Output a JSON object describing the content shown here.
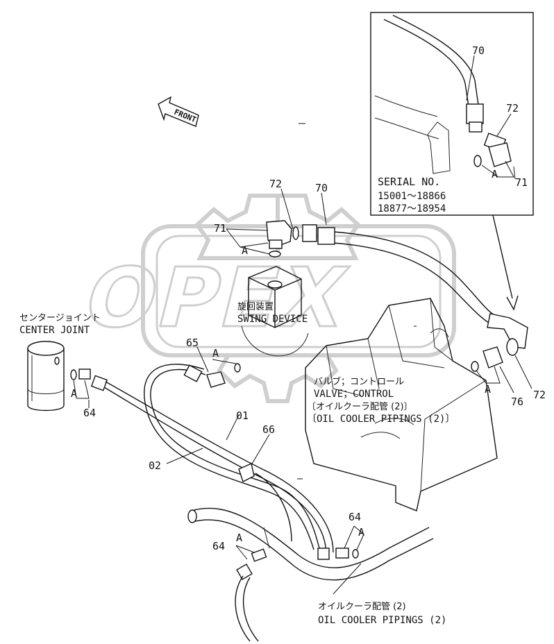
{
  "watermark": {
    "text": "OPEX"
  },
  "front_arrow": {
    "text": "FRONT"
  },
  "inset": {
    "serial_title": "SERIAL NO.",
    "serial_range_1": "15001～18866",
    "serial_range_2": "18877～18954",
    "callouts": {
      "hose": "70",
      "adapter": "72",
      "elbow": "71",
      "detail": "A"
    }
  },
  "components": {
    "swing_device_jp": "旋回装置",
    "swing_device_en": "SWING DEVICE",
    "center_joint_jp": "センタージョイント",
    "center_joint_en": "CENTER JOINT",
    "valve_jp": "バルブ；コントロール",
    "valve_en": "VALVE；CONTROL",
    "oil_cooler_valve_jp": "〔オイルクーラ配管 (2)〕",
    "oil_cooler_valve_en": "〔OIL COOLER PIPINGS (2)〕",
    "oil_cooler_bottom_jp": "オイルクーラ配管 (2)",
    "oil_cooler_bottom_en": "OIL COOLER PIPINGS (2)"
  },
  "callouts": {
    "p72_top": "72",
    "p70_top": "70",
    "p71_top": "71",
    "a_swing": "A",
    "p65": "65",
    "a_65": "A",
    "a_center": "A",
    "p64_center": "64",
    "p01": "01",
    "p02": "02",
    "p66": "66",
    "p64_right": "64",
    "a_right": "A",
    "p64_left": "64",
    "a_left": "A",
    "a_valve": "A",
    "p76": "76",
    "p72_right": "72"
  }
}
